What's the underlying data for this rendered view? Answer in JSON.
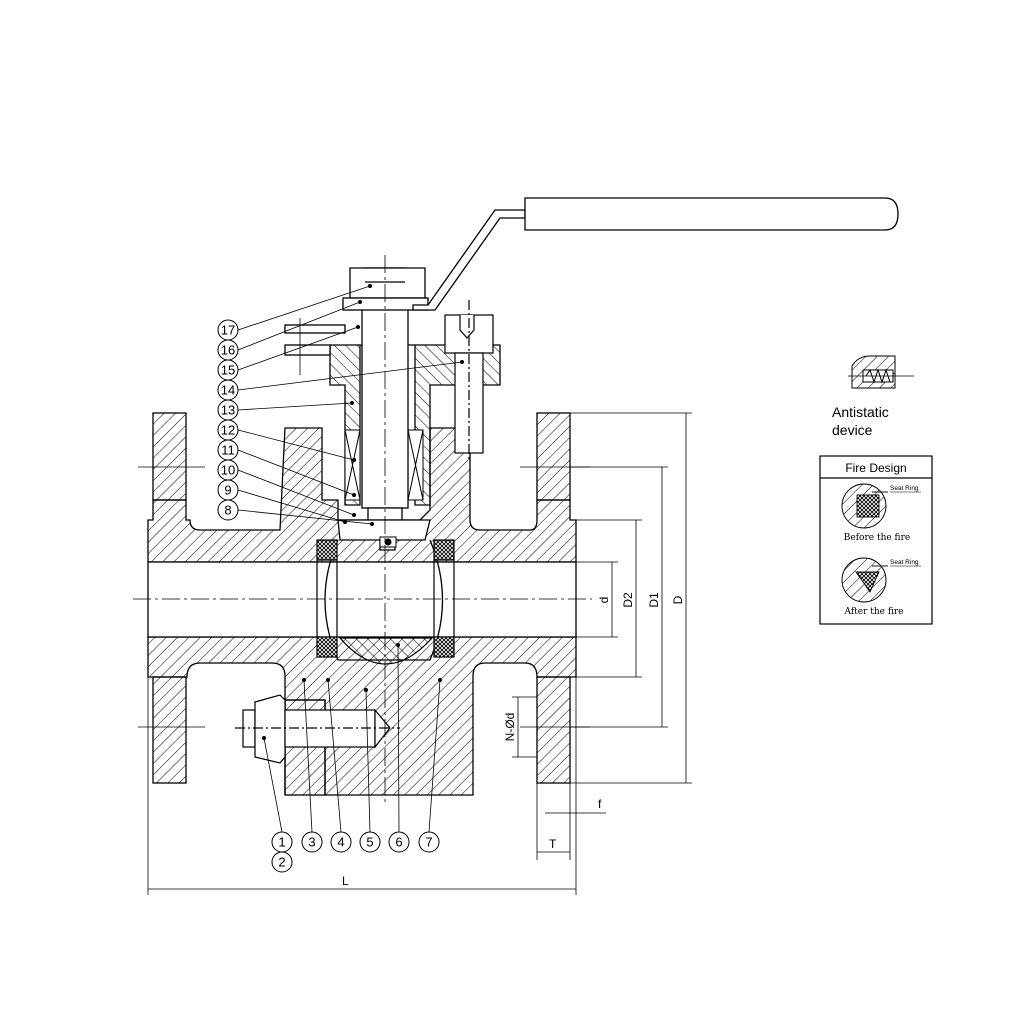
{
  "callouts_left": [
    "17",
    "16",
    "15",
    "14",
    "13",
    "12",
    "11",
    "10",
    "9",
    "8"
  ],
  "callouts_bottom": [
    "1",
    "2",
    "3",
    "4",
    "5",
    "6",
    "7"
  ],
  "dimensions": {
    "d": "d",
    "d2": "D2",
    "d1": "D1",
    "D": "D",
    "nod": "N-Ød",
    "f": "f",
    "T": "T",
    "L": "L"
  },
  "antistatic": {
    "line1": "Antistatic",
    "line2": "device"
  },
  "fire_design": {
    "title": "Fire Design",
    "before": {
      "caption": "Before the fire",
      "ring_label": "Seat Ring"
    },
    "after": {
      "caption": "After the fire",
      "ring_label": "Seat Ring"
    }
  },
  "colors": {
    "line": "#000000",
    "background": "#ffffff"
  }
}
